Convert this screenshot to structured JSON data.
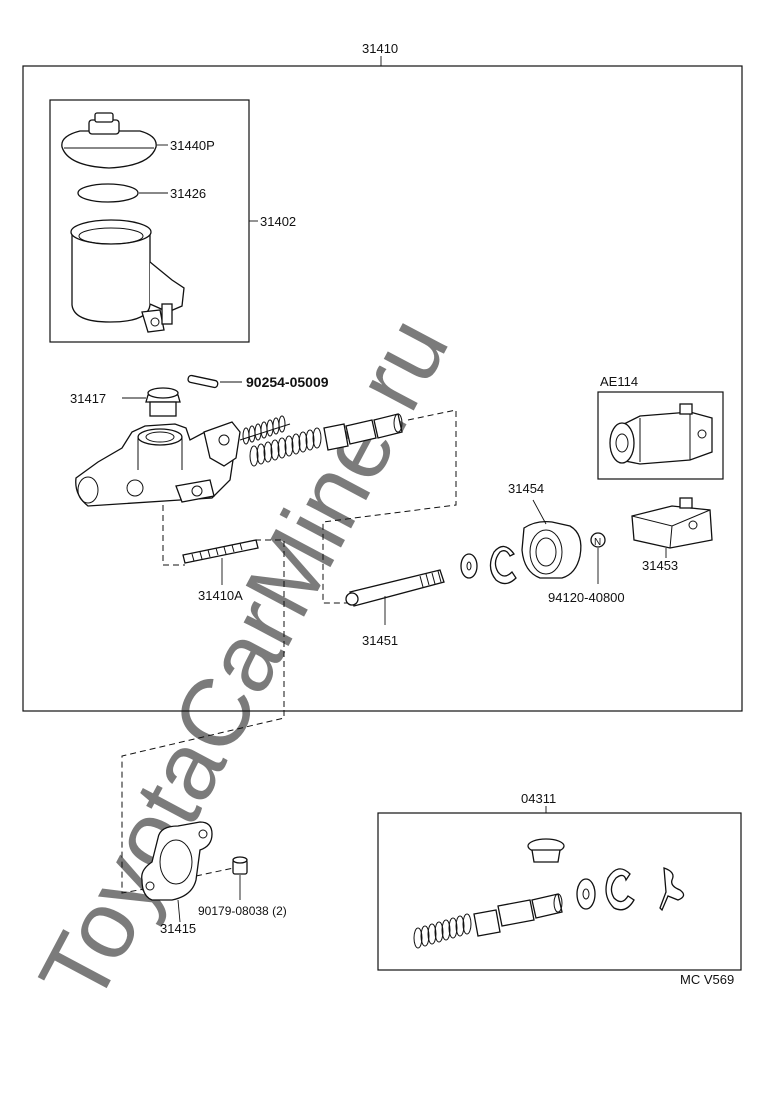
{
  "watermark": "ToyotaCarMine.ru",
  "code": "MC V569",
  "labels": {
    "assembly": "31410",
    "cap": "31440P",
    "gasket": "31426",
    "reservoir": "31402",
    "plug": "31417",
    "pin": "90254-05009",
    "variant": "AE114",
    "boot": "31454",
    "bracket": "31453",
    "nut_label": "N",
    "stud": "31410A",
    "clip_ring": "94120-40800",
    "push_rod": "31451",
    "kit": "04311",
    "gasket_plate": "31415",
    "nut": "90179-08038 (2)"
  }
}
